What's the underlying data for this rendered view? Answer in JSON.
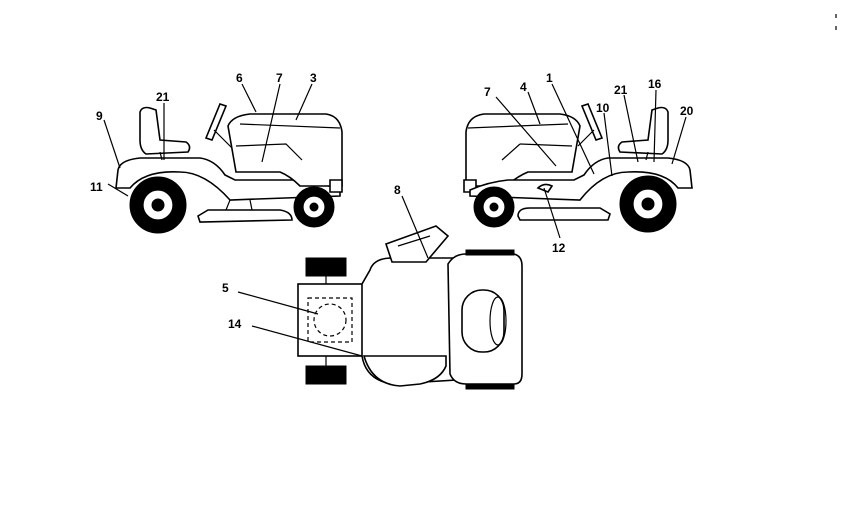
{
  "callouts": {
    "left_side": [
      "21",
      "6",
      "7",
      "3",
      "9",
      "11"
    ],
    "right_side": [
      "7",
      "4",
      "1",
      "21",
      "16",
      "10",
      "20",
      "12"
    ],
    "top_view": [
      "8",
      "5",
      "14"
    ]
  }
}
